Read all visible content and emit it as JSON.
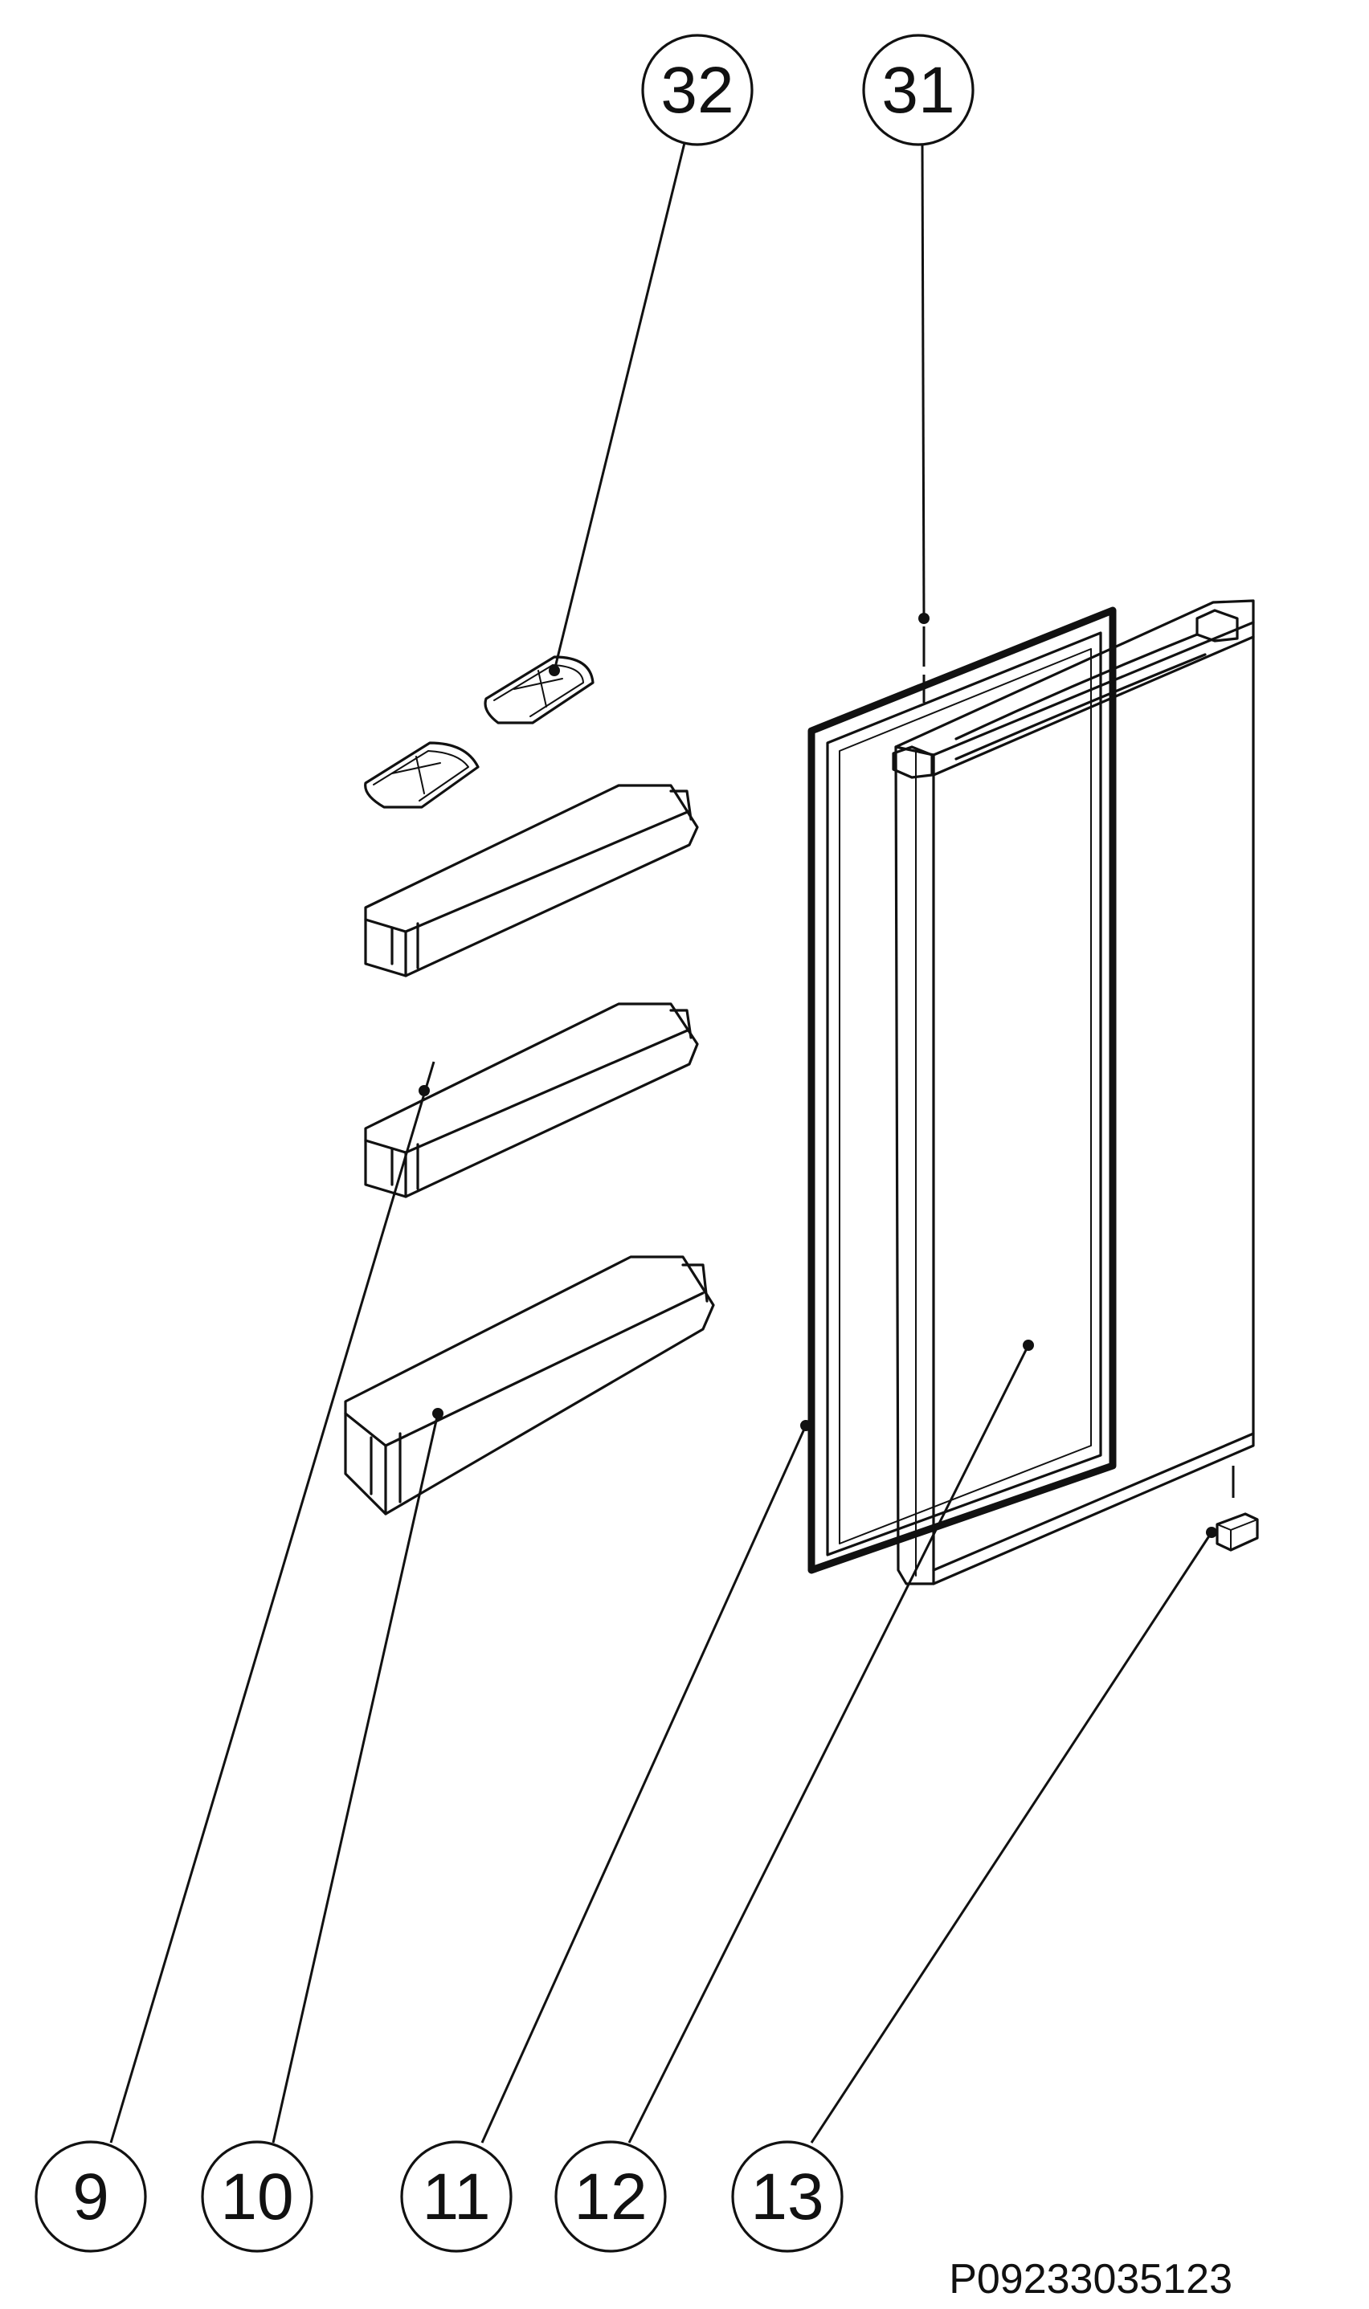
{
  "callouts": [
    {
      "label": "32",
      "part": "door-bin-cover-icon"
    },
    {
      "label": "31",
      "part": "upper-hinge-pin-icon"
    },
    {
      "label": "9",
      "part": "door-shelf-icon"
    },
    {
      "label": "10",
      "part": "large-door-bin-icon"
    },
    {
      "label": "11",
      "part": "door-gasket-icon"
    },
    {
      "label": "12",
      "part": "door-panel-icon"
    },
    {
      "label": "13",
      "part": "lower-hinge-bushing-icon"
    }
  ],
  "drawing_code": "P09233035123",
  "colors": {
    "ink": "#111111",
    "paper": "#ffffff"
  }
}
